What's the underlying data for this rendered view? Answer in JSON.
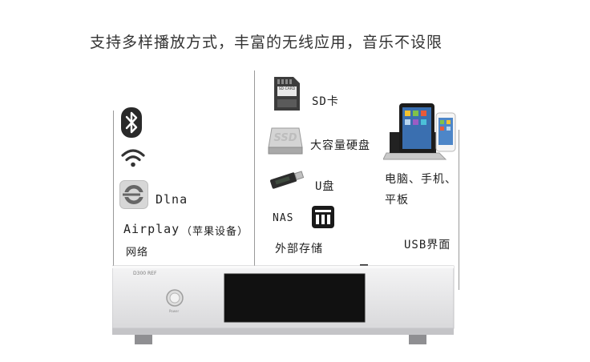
{
  "headline": "支持多样播放方式，丰富的无线应用，音乐不设限",
  "left": {
    "dlna_label": "Dlna",
    "airplay_label": "Airplay",
    "airplay_note": "（苹果设备）",
    "network_label": "网络"
  },
  "middle": {
    "sd_card_text": "SD CARD",
    "sd_label": "SD卡",
    "ssd_text": "SSD",
    "hdd_label": "大容量硬盘",
    "usb_label": "U盘",
    "nas_label": "NAS",
    "external_label": "外部存储"
  },
  "right": {
    "devices_line1": "电脑、手机、",
    "devices_line2": "平板",
    "usb_ui_label": "USB界面"
  },
  "device": {
    "model": "D300 REF",
    "power_text": "Power"
  },
  "colors": {
    "bluetooth_bg": "#2a2a2a",
    "chassis": "#e9e9ea",
    "screen": "#0c0c0c"
  }
}
